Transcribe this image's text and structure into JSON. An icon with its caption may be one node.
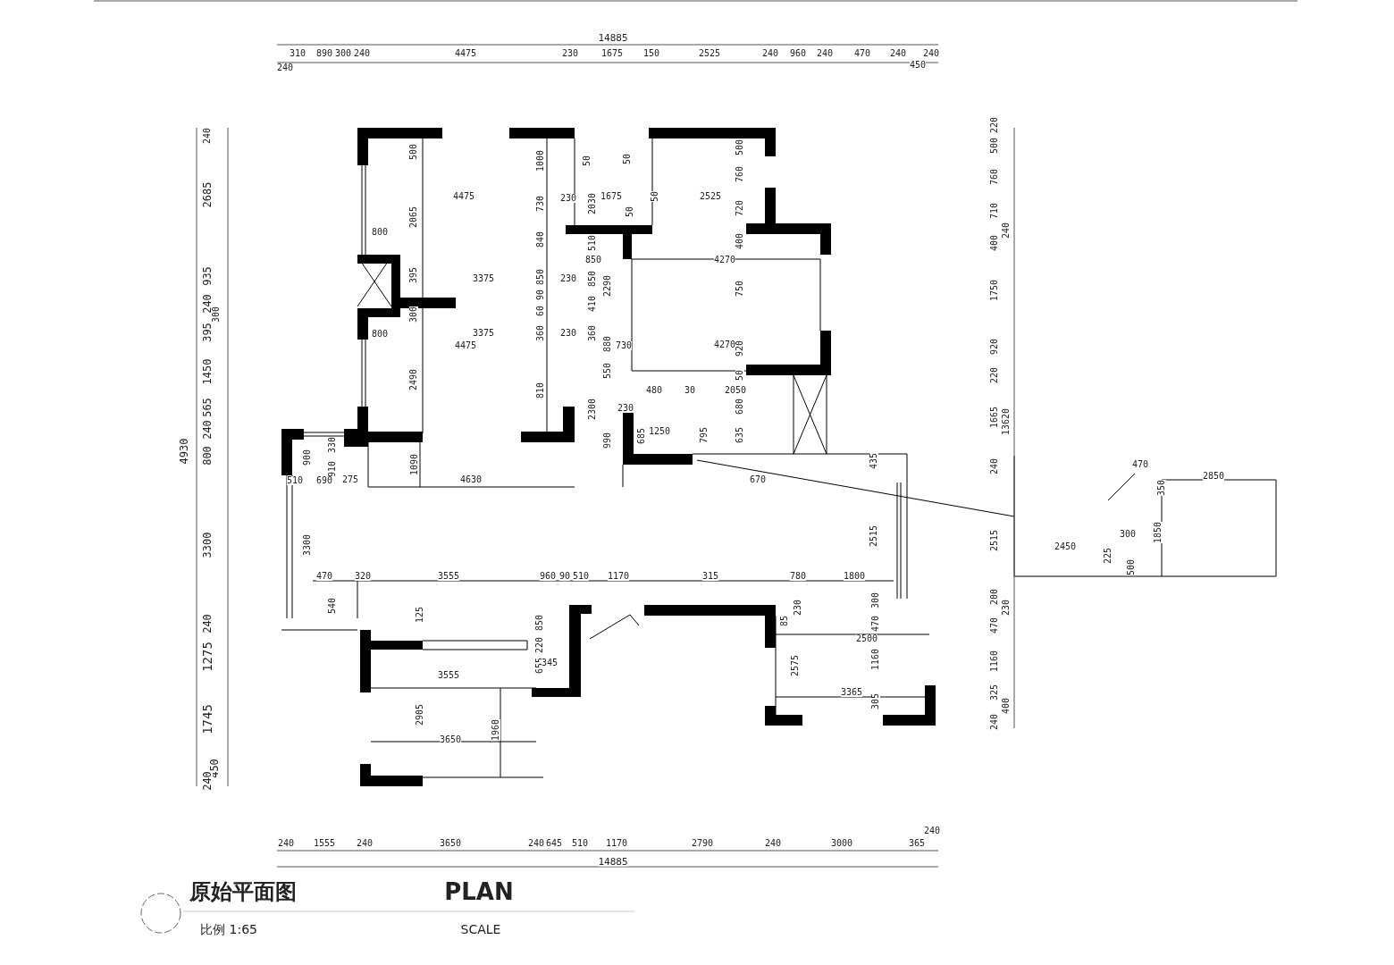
{
  "diagram": {
    "title": "原始平面图",
    "labels": [
      "14885",
      "310",
      "890",
      "300",
      "240",
      "4475",
      "230",
      "1675",
      "150",
      "2525",
      "240",
      "960",
      "240",
      "470",
      "240",
      "240",
      "240",
      "450",
      "240",
      "2685",
      "935",
      "240",
      "300",
      "395",
      "1450",
      "565",
      "240",
      "800",
      "4930",
      "3300",
      "240",
      "1275",
      "1745",
      "450",
      "240",
      "500",
      "1000",
      "50",
      "50",
      "500",
      "4475",
      "2065",
      "730",
      "230",
      "2030",
      "1675",
      "50",
      "2525",
      "760",
      "720",
      "50",
      "800",
      "840",
      "510",
      "400",
      "850",
      "4270",
      "395",
      "3375",
      "850",
      "230",
      "850",
      "2290",
      "750",
      "90",
      "410",
      "60",
      "300",
      "800",
      "3375",
      "360",
      "230",
      "360",
      "4475",
      "880",
      "730",
      "4270",
      "920",
      "550",
      "50",
      "2490",
      "810",
      "480",
      "30",
      "2050",
      "230",
      "2300",
      "680",
      "990",
      "685",
      "1250",
      "795",
      "635",
      "900",
      "330",
      "910",
      "1090",
      "435",
      "510",
      "690",
      "275",
      "4630",
      "670",
      "220",
      "500",
      "760",
      "710",
      "240",
      "400",
      "1750",
      "920",
      "220",
      "1665",
      "13620",
      "240",
      "2515",
      "200",
      "230",
      "470",
      "1160",
      "325",
      "400",
      "240",
      "3300",
      "2515",
      "470",
      "320",
      "3555",
      "960",
      "90",
      "510",
      "1170",
      "315",
      "780",
      "1800",
      "540",
      "125",
      "850",
      "85",
      "230",
      "300",
      "470",
      "2500",
      "220",
      "655",
      "345",
      "2575",
      "1160",
      "3555",
      "3365",
      "305",
      "2905",
      "1960",
      "3650",
      "470",
      "2850",
      "350",
      "1850",
      "300",
      "2450",
      "225",
      "500",
      "240",
      "1555",
      "240",
      "3650",
      "240",
      "645",
      "510",
      "1170",
      "2790",
      "240",
      "3000",
      "365",
      "240",
      "14885",
      "PLAN",
      "比例 1:65",
      "SCALE"
    ]
  }
}
